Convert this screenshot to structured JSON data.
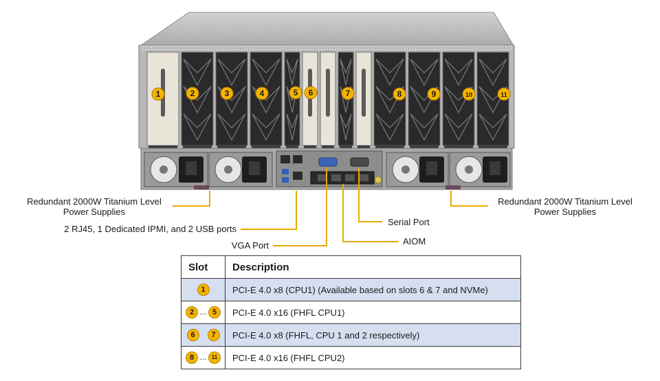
{
  "callouts": {
    "psu_left": [
      "Redundant 2000W Titanium Level",
      "Power Supplies"
    ],
    "psu_right": [
      "Redundant 2000W Titanium Level",
      "Power Supplies"
    ],
    "io_ports": "2 RJ45, 1 Dedicated IPMI,  and 2 USB  ports",
    "vga_port": "VGA Port",
    "serial_port": "Serial Port",
    "aiom": "AIOM"
  },
  "slot_badges": [
    "1",
    "2",
    "3",
    "4",
    "5",
    "6",
    "7",
    "8",
    "9",
    "10",
    "11"
  ],
  "colors": {
    "badge": "#f4b400",
    "callout_line": "#e8a900",
    "row_tint": "#d6dff0"
  },
  "table": {
    "headers": {
      "slot": "Slot",
      "description": "Description"
    },
    "rows": [
      {
        "slots": [
          "1"
        ],
        "separator": "",
        "description": "PCI-E  4.0 x8  (CPU1)  (Available based on slots 6 & 7 and NVMe)"
      },
      {
        "slots": [
          "2",
          "5"
        ],
        "separator": "…",
        "description": "PCI-E  4.0 x16  (FHFL CPU1)"
      },
      {
        "slots": [
          "6",
          "7"
        ],
        "separator": "",
        "description": "PCI-E  4.0 x8  (FHFL, CPU  1 and 2 respectively)"
      },
      {
        "slots": [
          "8",
          "11"
        ],
        "separator": "…",
        "description": "PCI-E  4.0 x16  (FHFL CPU2)"
      }
    ]
  }
}
